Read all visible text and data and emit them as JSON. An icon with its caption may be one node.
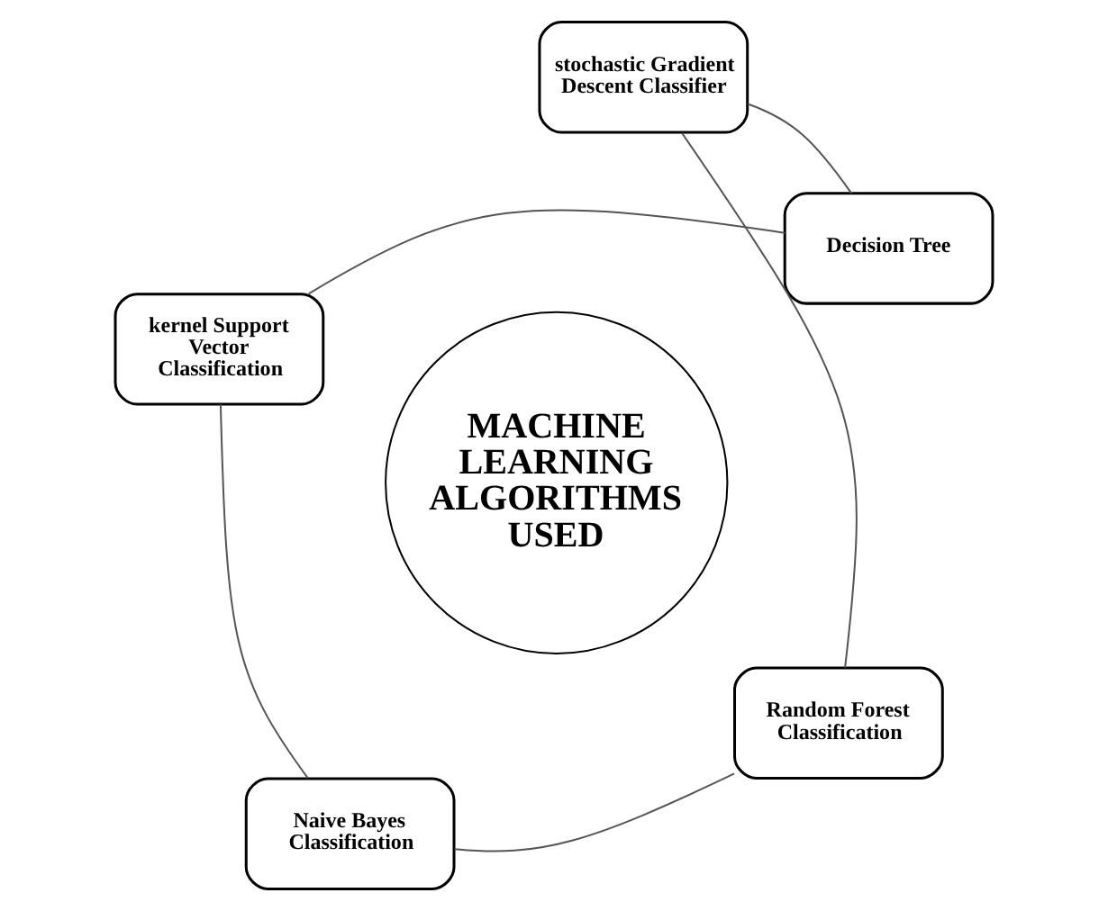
{
  "diagram": {
    "nodes": [
      {
        "text": [
          "MACHINE LEARNING ALGORITHMS USED"
        ]
      },
      {
        "text": [
          "Random Forest Classification"
        ]
      },
      {
        "text": [
          "Naive Bayes Classification"
        ]
      },
      {
        "text": [
          "kernel Support Vector Classification"
        ]
      },
      {
        "text": [
          "Decision Tree"
        ]
      },
      {
        "text": [
          "stochastic Gradient Descent Classifier"
        ]
      }
    ],
    "edges": [
      {
        "from": 1,
        "to": 2,
        "arrow": "none"
      },
      {
        "from": 2,
        "to": 3,
        "arrow": "none"
      },
      {
        "from": 3,
        "to": 4,
        "arrow": "none"
      },
      {
        "from": 4,
        "to": 5,
        "arrow": "none"
      },
      {
        "from": 5,
        "to": 1,
        "arrow": "none"
      }
    ]
  }
}
